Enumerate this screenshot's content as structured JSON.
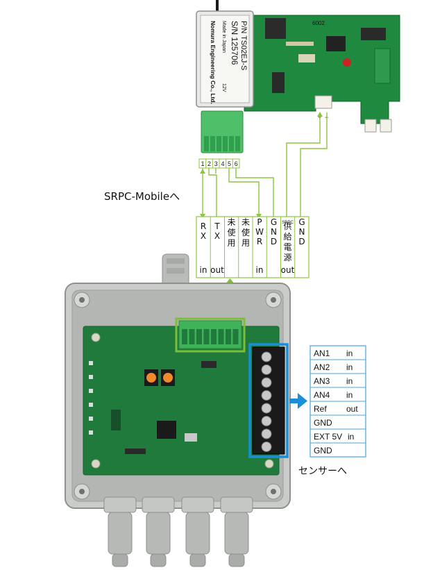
{
  "module": {
    "part_no": "P/N TS02EJ-S",
    "serial": "S/N 125706",
    "made_in": "Made in Japan",
    "maker": "Nomura Engineering Co., Ltd.",
    "power_label": "12V",
    "board_mark": "6002"
  },
  "header": {
    "pins": [
      "1",
      "2",
      "3",
      "4",
      "5",
      "6"
    ],
    "power_pins": [
      "+",
      "−"
    ]
  },
  "labels": {
    "srpc_mobile": "SRPC-Mobileへ",
    "sensor": "センサーへ"
  },
  "signals": [
    {
      "name": "RX",
      "dir": "in"
    },
    {
      "name": "TX",
      "dir": "out"
    },
    {
      "name": "未使用",
      "dir": ""
    },
    {
      "name": "未使用",
      "dir": ""
    },
    {
      "name": "PWR",
      "dir": "in"
    },
    {
      "name": "GND",
      "dir": ""
    },
    {
      "name": "供給電源",
      "prefix": "SRPC",
      "dir": "out"
    },
    {
      "name": "GND",
      "dir": ""
    }
  ],
  "sensor_pins": [
    {
      "name": "AN1",
      "dir": "in"
    },
    {
      "name": "AN2",
      "dir": "in"
    },
    {
      "name": "AN3",
      "dir": "in"
    },
    {
      "name": "AN4",
      "dir": "in"
    },
    {
      "name": "Ref",
      "dir": "out"
    },
    {
      "name": "GND",
      "dir": ""
    },
    {
      "name": "EXT 5V",
      "dir": "in"
    },
    {
      "name": "GND",
      "dir": ""
    }
  ],
  "colors": {
    "wire_green": "#8cc63f",
    "arrow_green": "#7cbf3a",
    "sensor_blue": "#1a8fd8",
    "table_blue": "#4aa3df",
    "pcb_green": "#1f7a3c",
    "enclosure_grey": "#c9ccc9"
  }
}
